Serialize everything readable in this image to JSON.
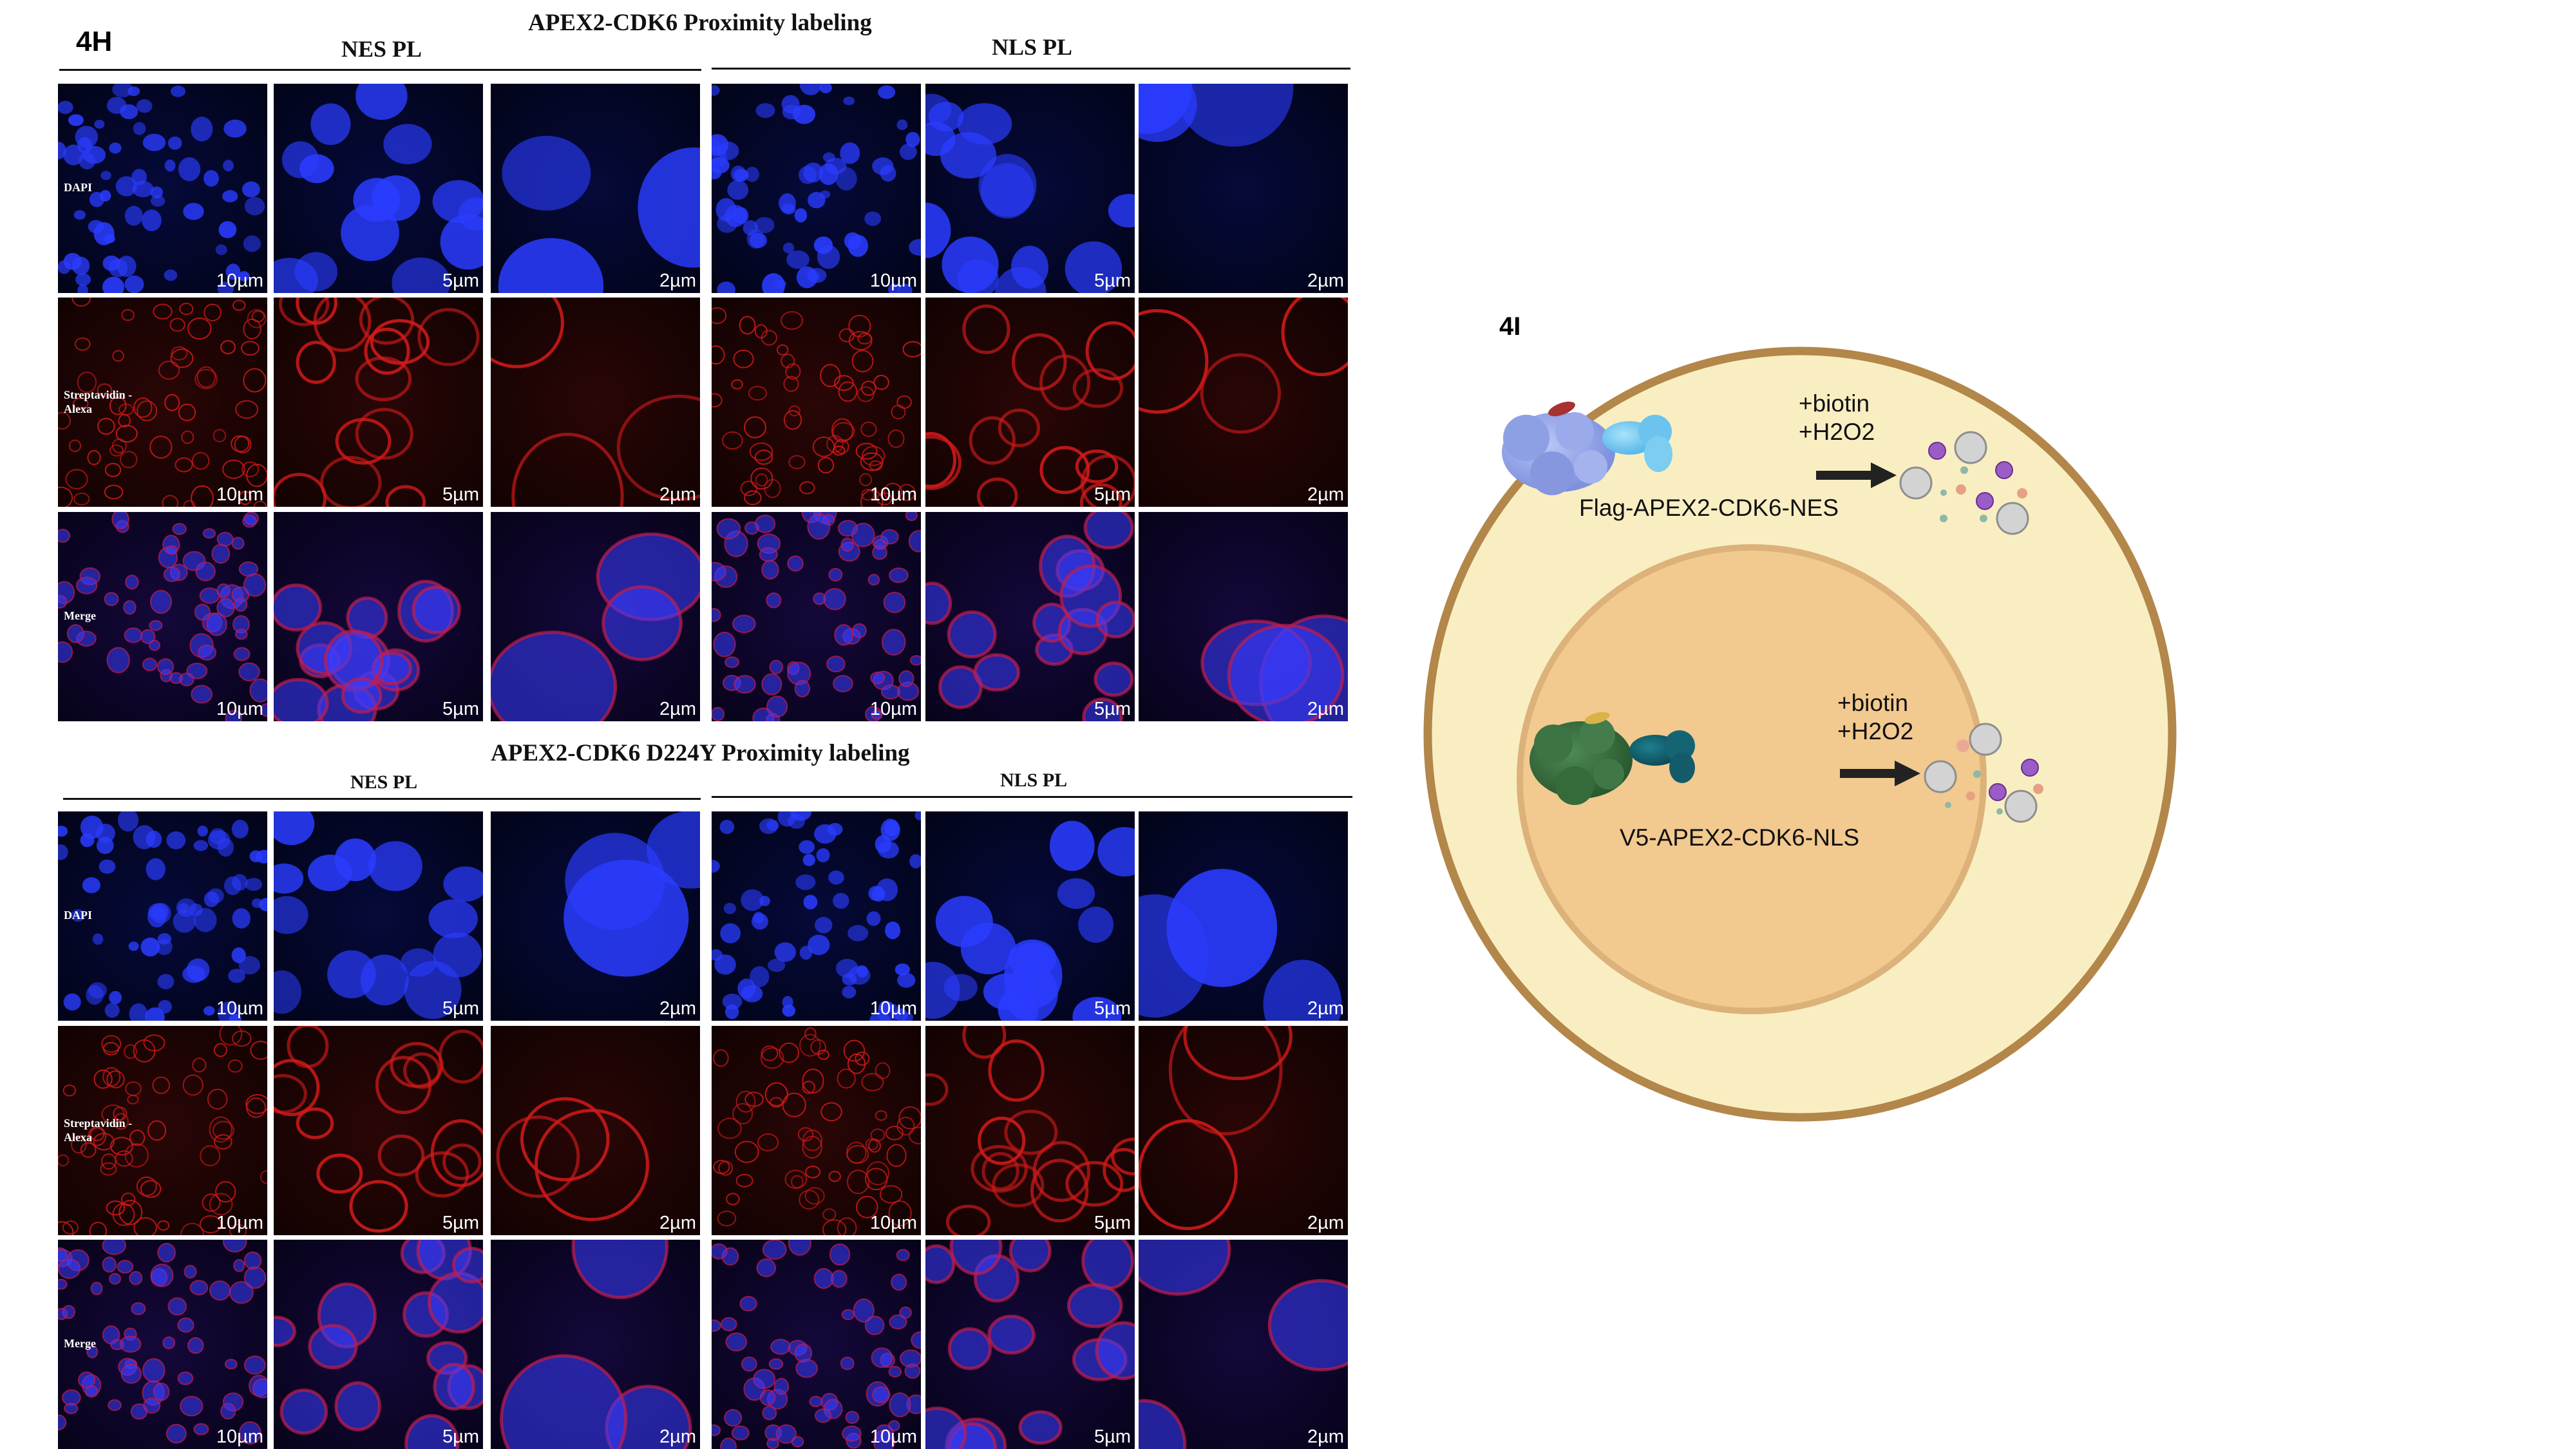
{
  "panel_4h": {
    "label": "4H",
    "blocks": [
      {
        "title": "APEX2-CDK6 Proximity labeling",
        "groups": [
          "NES PL",
          "NLS PL"
        ],
        "rows": [
          "DAPI",
          "Streptavidin -\nAlexa",
          "Merge"
        ],
        "scale_bars": [
          "10µm",
          "5µm",
          "2µm",
          "10µm",
          "5µm",
          "2µm"
        ]
      },
      {
        "title": "APEX2-CDK6 D224Y Proximity labeling",
        "groups": [
          "NES PL",
          "NLS PL"
        ],
        "rows": [
          "DAPI",
          "Streptavidin -\nAlexa",
          "Merge"
        ],
        "scale_bars": [
          "10µm",
          "5µm",
          "2µm",
          "10µm",
          "5µm",
          "2µm"
        ]
      }
    ]
  },
  "panel_4i": {
    "label": "4I",
    "cyto_text": [
      "+biotin",
      "+H2O2"
    ],
    "cyto_construct": "Flag-APEX2-CDK6-NES",
    "nuc_text": [
      "+biotin",
      "+H2O2"
    ],
    "nuc_construct": "V5-APEX2-CDK6-NLS"
  },
  "colors": {
    "dapi": "#2a3cff",
    "streptavidin": "#d11a1a",
    "merge_overlay": "#8a2fd0",
    "cell_fill": "#f9eec2",
    "cell_border": "#b3864a",
    "nucleus_fill": "#f2c98f",
    "nucleus_border": "#dcb27a",
    "arrow": "#222222"
  }
}
